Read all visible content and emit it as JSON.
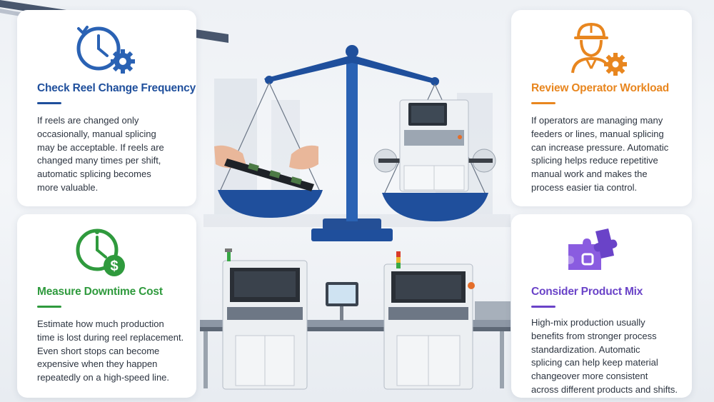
{
  "cards": {
    "reel_change": {
      "title": "Check Reel Change Frequency",
      "icon": "clock-gear-icon",
      "color": "#1f4f9c",
      "body": [
        "If reels are changed only",
        "occasionally, manual splicing",
        "may be acceptable. If reels are",
        "changed many times per shift,",
        "automatic splicing becomes",
        "more valuable."
      ]
    },
    "downtime": {
      "title": "Measure Downtime Cost",
      "icon": "clock-dollar-icon",
      "color": "#2f9a3d",
      "body": [
        "Estimate how much production",
        "time is lost during reel replacement.",
        "Even short stops can become",
        "expensive when they happen",
        "repeatedly on a high-speed line."
      ]
    },
    "operator": {
      "title": "Review Operator Workload",
      "icon": "operator-gear-icon",
      "color": "#e8861f",
      "body": [
        "If operators are managing many",
        "feeders or lines, manual splicing",
        "can increase pressure. Automatic",
        "splicing helps reduce repetitive",
        "manual work and makes the",
        "process easier tia control."
      ]
    },
    "product_mix": {
      "title": "Consider Product Mix",
      "icon": "puzzle-icon",
      "color": "#6a43c8",
      "body": [
        "High-mix production usually",
        "benefits from stronger process",
        "standardization. Automatic",
        "splicing can help keep material",
        "changeover more consistent",
        "across different products and shifts."
      ]
    }
  },
  "illustration": {
    "scale": "balance-scale-icon",
    "left_pan": "manual-splicing-hands-icon",
    "right_pan": "automatic-splicer-machine-icon",
    "line": "smt-production-line-icon"
  }
}
